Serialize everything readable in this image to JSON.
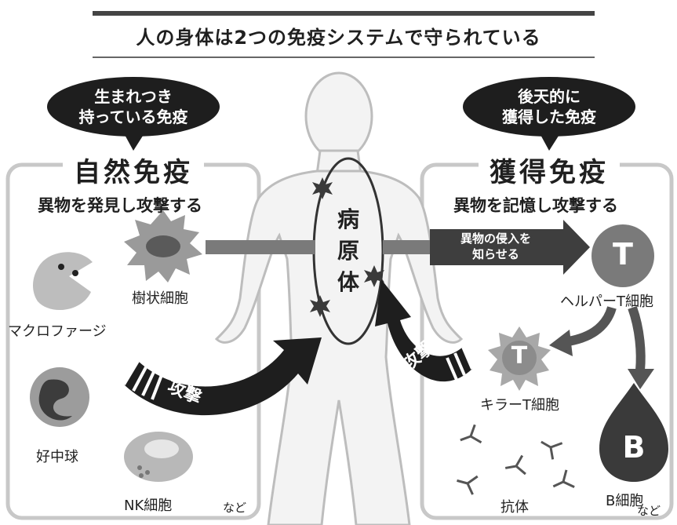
{
  "title": "人の身体は2つの免疫システムで守られている",
  "left": {
    "bubble_line1": "生まれつき",
    "bubble_line2": "持っている免疫",
    "heading": "自然免疫",
    "subheading": "異物を発見し攻撃する",
    "cells": {
      "dendritic": "樹状細胞",
      "macrophage": "マクロファージ",
      "neutrophil": "好中球",
      "nk": "NK細胞"
    },
    "etc": "など",
    "attack": "攻撃"
  },
  "right": {
    "bubble_line1": "後天的に",
    "bubble_line2": "獲得した免疫",
    "heading": "獲得免疫",
    "subheading": "異物を記憶し攻撃する",
    "signal_line1": "異物の侵入を",
    "signal_line2": "知らせる",
    "cells": {
      "helper_letter": "T",
      "helper": "ヘルパーT細胞",
      "killer_letter": "T",
      "killer": "キラーT細胞",
      "b_letter": "B",
      "b": "B細胞",
      "antibody": "抗体"
    },
    "etc": "など",
    "attack": "攻撃"
  },
  "pathogen": [
    "病",
    "原",
    "体"
  ],
  "colors": {
    "dark": "#2b2b2b",
    "mid": "#6e6e6e",
    "light": "#bcbcbc",
    "body": "#f2f2f2",
    "panel_border": "#c8c8c8"
  }
}
